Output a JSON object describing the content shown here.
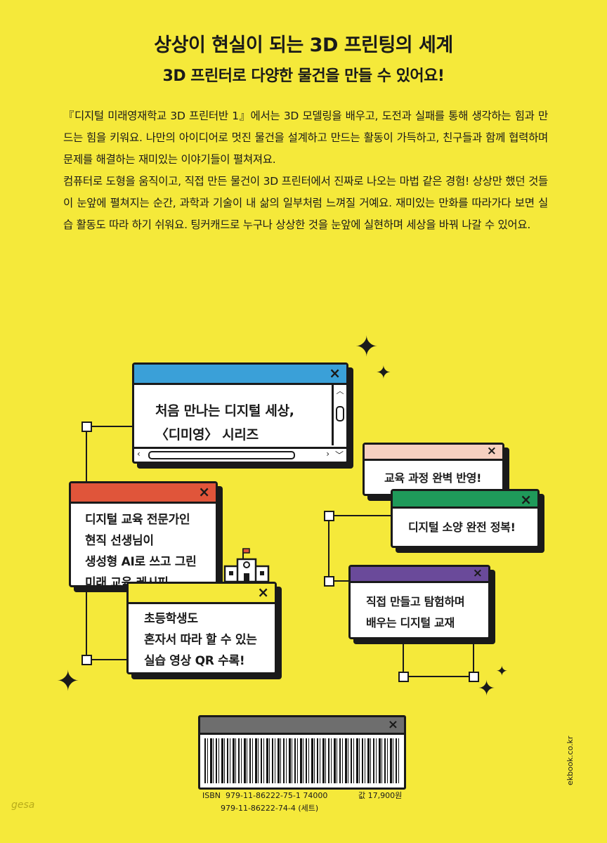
{
  "header": {
    "title": "상상이 현실이 되는 3D 프린팅의 세계",
    "subtitle": "3D 프린터로 다양한 물건을 만들 수 있어요!"
  },
  "intro": {
    "p1": "『디지털 미래영재학교 3D 프린터반 1』에서는 3D 모델링을 배우고, 도전과 실패를 통해 생각하는 힘과 만드는 힘을 키워요. 나만의 아이디어로 멋진 물건을 설계하고 만드는 활동이 가득하고, 친구들과 함께 협력하며 문제를 해결하는 재미있는 이야기들이 펼쳐져요.",
    "p2": "컴퓨터로 도형을 움직이고, 직접 만든 물건이 3D 프린터에서 진짜로 나오는 마법 같은 경험! 상상만 했던 것들이 눈앞에 펼쳐지는 순간, 과학과 기술이 내 삶의 일부처럼 느껴질 거예요. 재미있는 만화를 따라가다 보면 실습 활동도 따라 하기 쉬워요. 팅커캐드로 누구나 상상한 것을 눈앞에 실현하며 세상을 바꿔 나갈 수 있어요."
  },
  "windows": {
    "series_line1": "처음 만나는 디지털 세상,",
    "series_line2": "〈디미영〉 시리즈",
    "teacher_line1": "디지털 교육 전문가인",
    "teacher_line2": "현직 선생님이",
    "teacher_line3": "생성형 AI로 쓰고 그린",
    "teacher_line4": "미래 교육 레시피",
    "qr_line1": "초등학생도",
    "qr_line2": "혼자서 따라 할 수 있는",
    "qr_line3": "실습 영상 QR 수록!",
    "curriculum": "교육 과정 완벽 반영!",
    "literacy": "디지털 소양 완전 정복!",
    "explore_line1": "직접 만들고 탐험하며",
    "explore_line2": "배우는 디지털 교재",
    "close_glyph": "×"
  },
  "colors": {
    "background": "#f5e93a",
    "series_bar": "#3aa0d8",
    "teacher_bar": "#e0553a",
    "qr_bar": "#f5e93a",
    "curriculum_bar": "#f6d0c0",
    "literacy_bar": "#1f9a5a",
    "explore_bar": "#6a4a9a"
  },
  "footer": {
    "isbn_label": "ISBN",
    "isbn1": "979-11-86222-75-1 74000",
    "isbn2": "979-11-86222-74-4 (세트)",
    "price": "값 17,900원",
    "site": "ekbook.co.kr",
    "signature": "gesa"
  }
}
